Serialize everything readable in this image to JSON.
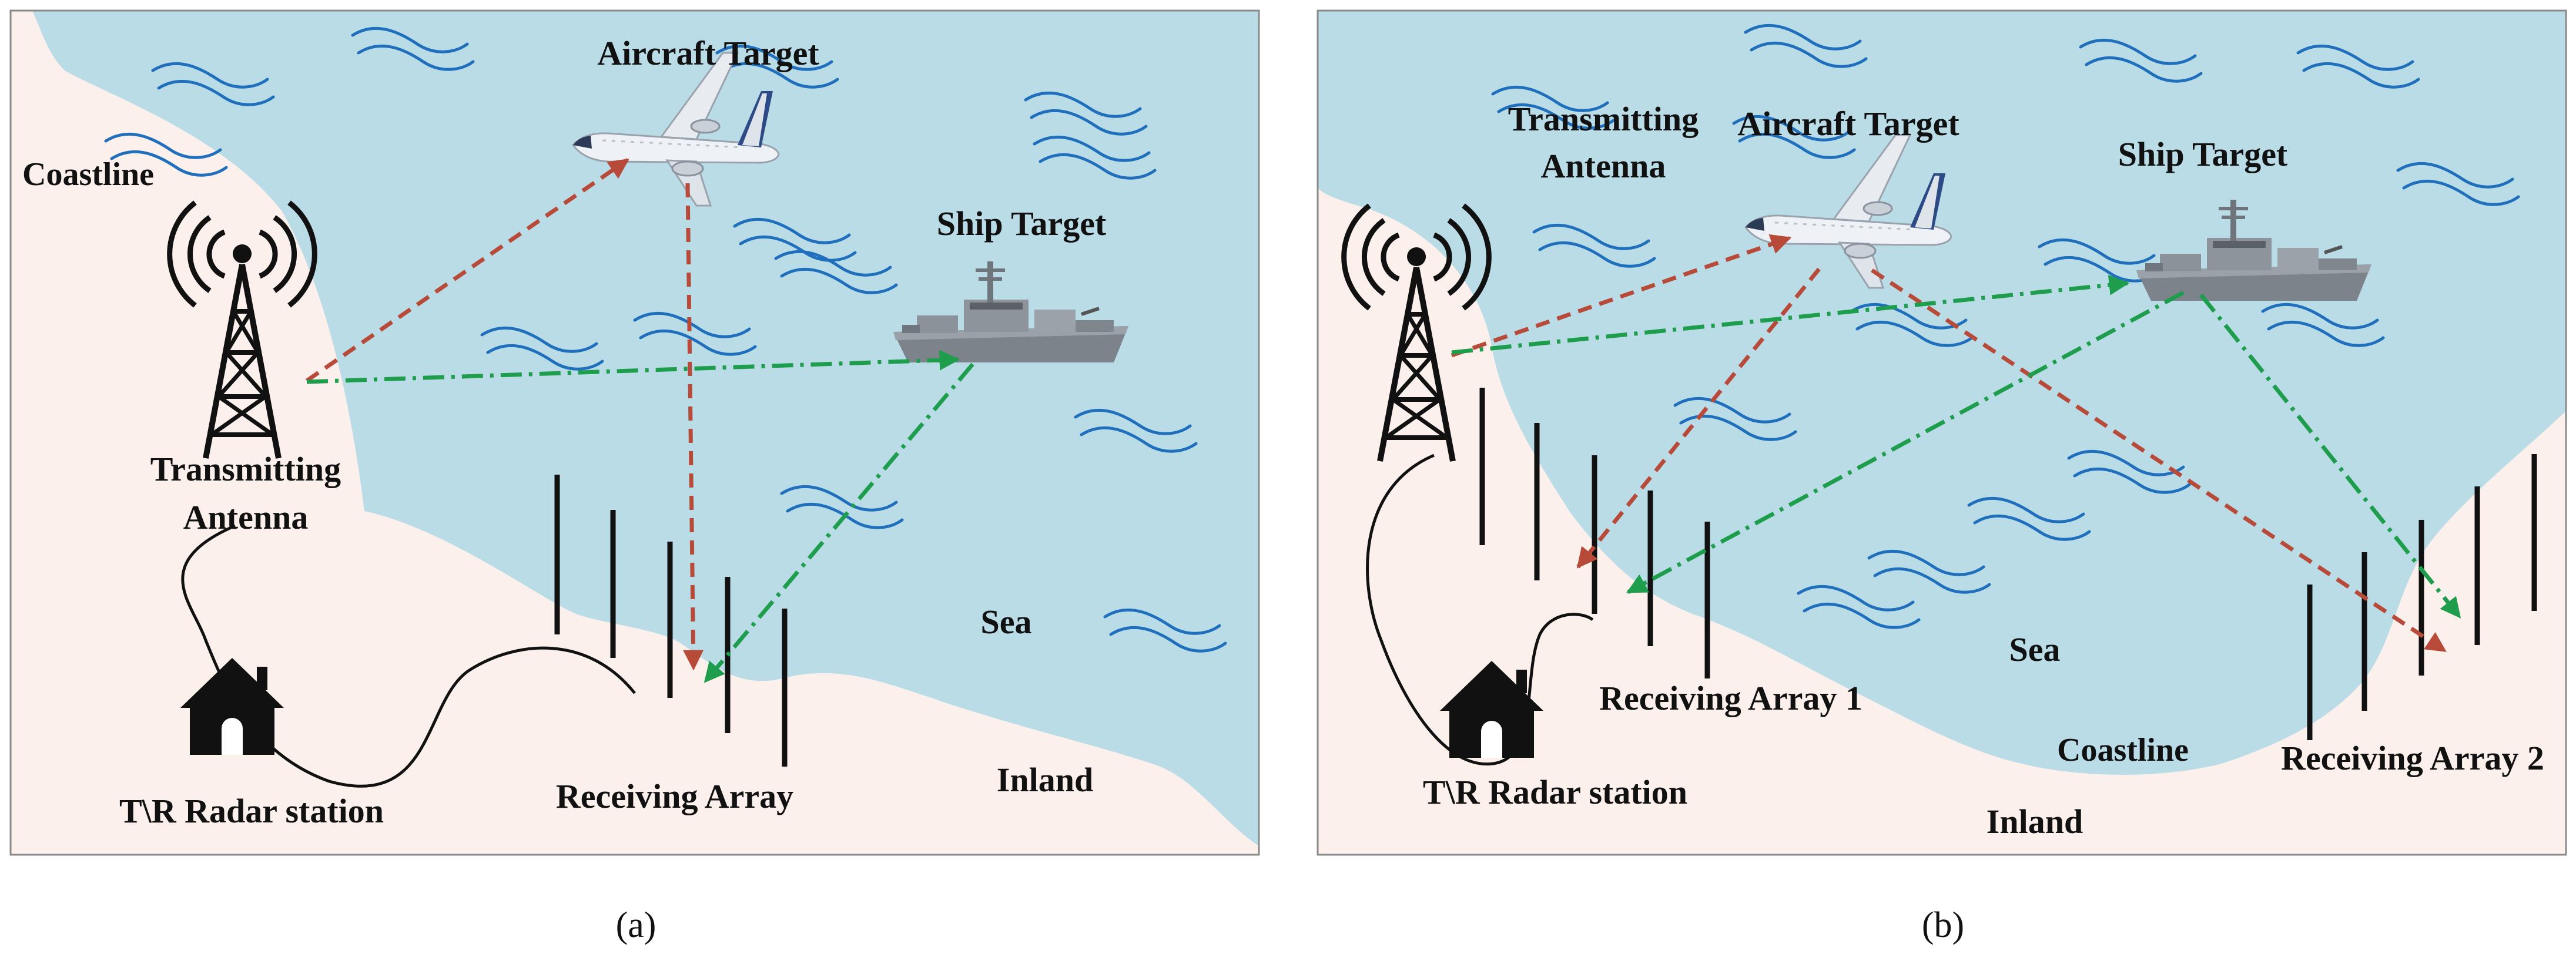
{
  "colors": {
    "sea": "#b9dce6",
    "land": "#fbf0ec",
    "panel_border": "#8a8a8a",
    "wave": "#1f6fbd",
    "red_path": "#b84a3a",
    "green_path": "#1e9e4d",
    "ink": "#111111"
  },
  "panel_a": {
    "caption": "(a)",
    "labels": {
      "aircraft_target": "Aircraft Target",
      "coastline": "Coastline",
      "ship_target": "Ship Target",
      "transmitting_antenna_line1": "Transmitting",
      "transmitting_antenna_line2": "Antenna",
      "sea": "Sea",
      "inland": "Inland",
      "radar_station": "T\\R Radar station",
      "receiving_array": "Receiving Array"
    }
  },
  "panel_b": {
    "caption": "(b)",
    "labels": {
      "transmitting_antenna_line1": "Transmitting",
      "transmitting_antenna_line2": "Antenna",
      "aircraft_target": "Aircraft Target",
      "ship_target": "Ship Target",
      "sea": "Sea",
      "receiving_array_1": "Receiving Array 1",
      "coastline": "Coastline",
      "receiving_array_2": "Receiving Array 2",
      "radar_station": "T\\R Radar station",
      "inland": "Inland"
    }
  },
  "icons": {
    "antenna": "radio-tower-icon",
    "station": "house-icon",
    "aircraft": "airplane-icon",
    "ship": "warship-icon"
  }
}
